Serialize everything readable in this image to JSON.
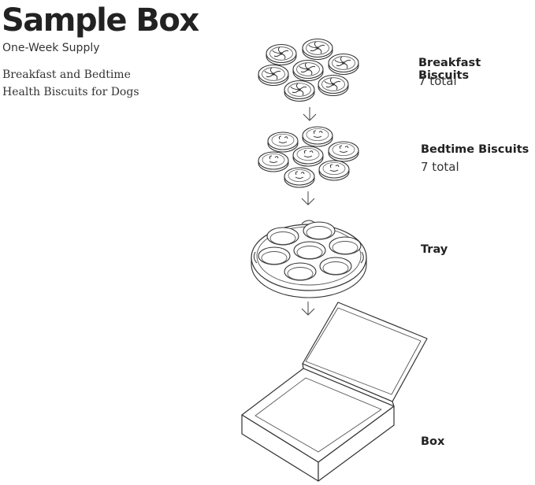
{
  "header": {
    "title": "Sample Box",
    "subtitle": "One-Week Supply",
    "description_line1": "Breakfast and Bedtime",
    "description_line2": "Health Biscuits for Dogs"
  },
  "components": [
    {
      "name": "Breakfast Biscuits",
      "count": "7 total"
    },
    {
      "name": "Bedtime Biscuits",
      "count": "7 total"
    },
    {
      "name": "Tray"
    },
    {
      "name": "Box"
    }
  ]
}
